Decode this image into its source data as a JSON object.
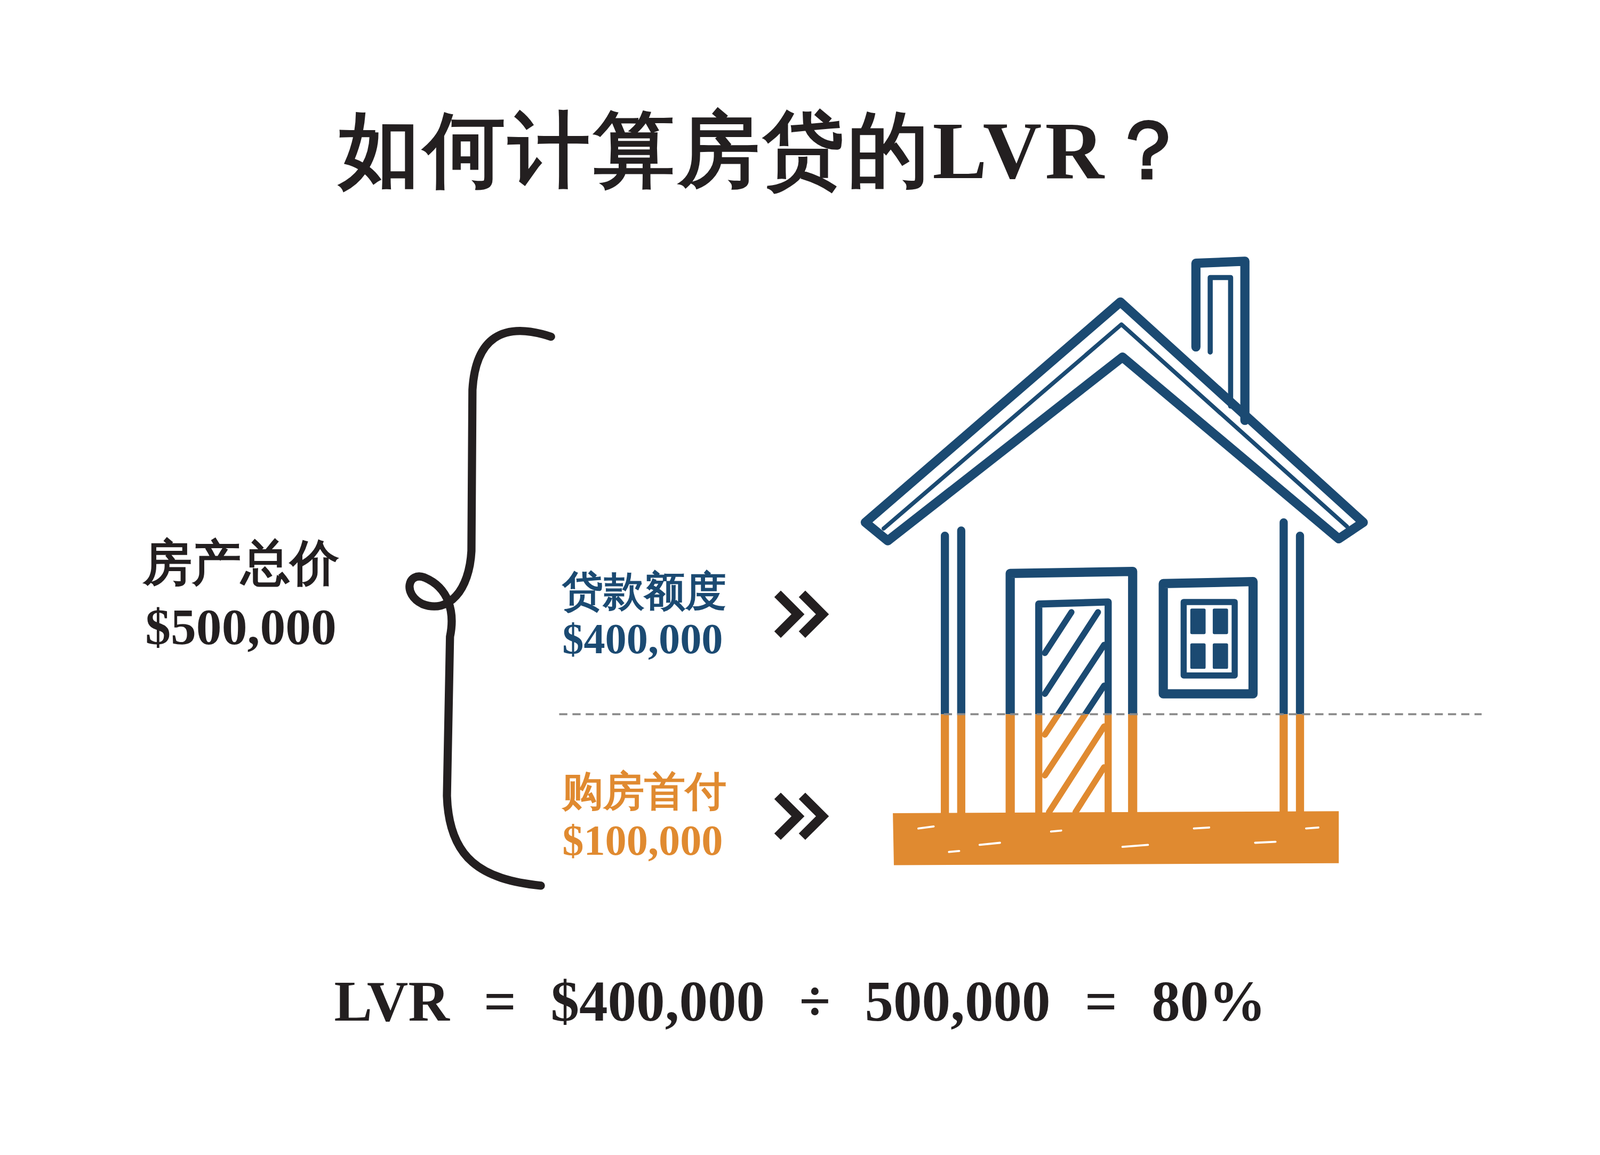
{
  "diagram": {
    "title": "如何计算房贷的LVR？",
    "labels": [
      "房产总价",
      "$500,000",
      "贷款额度",
      "$400,000",
      "购房首付",
      "$100,000",
      "LVR = $400,000 ÷ 500,000 = 80%"
    ]
  }
}
